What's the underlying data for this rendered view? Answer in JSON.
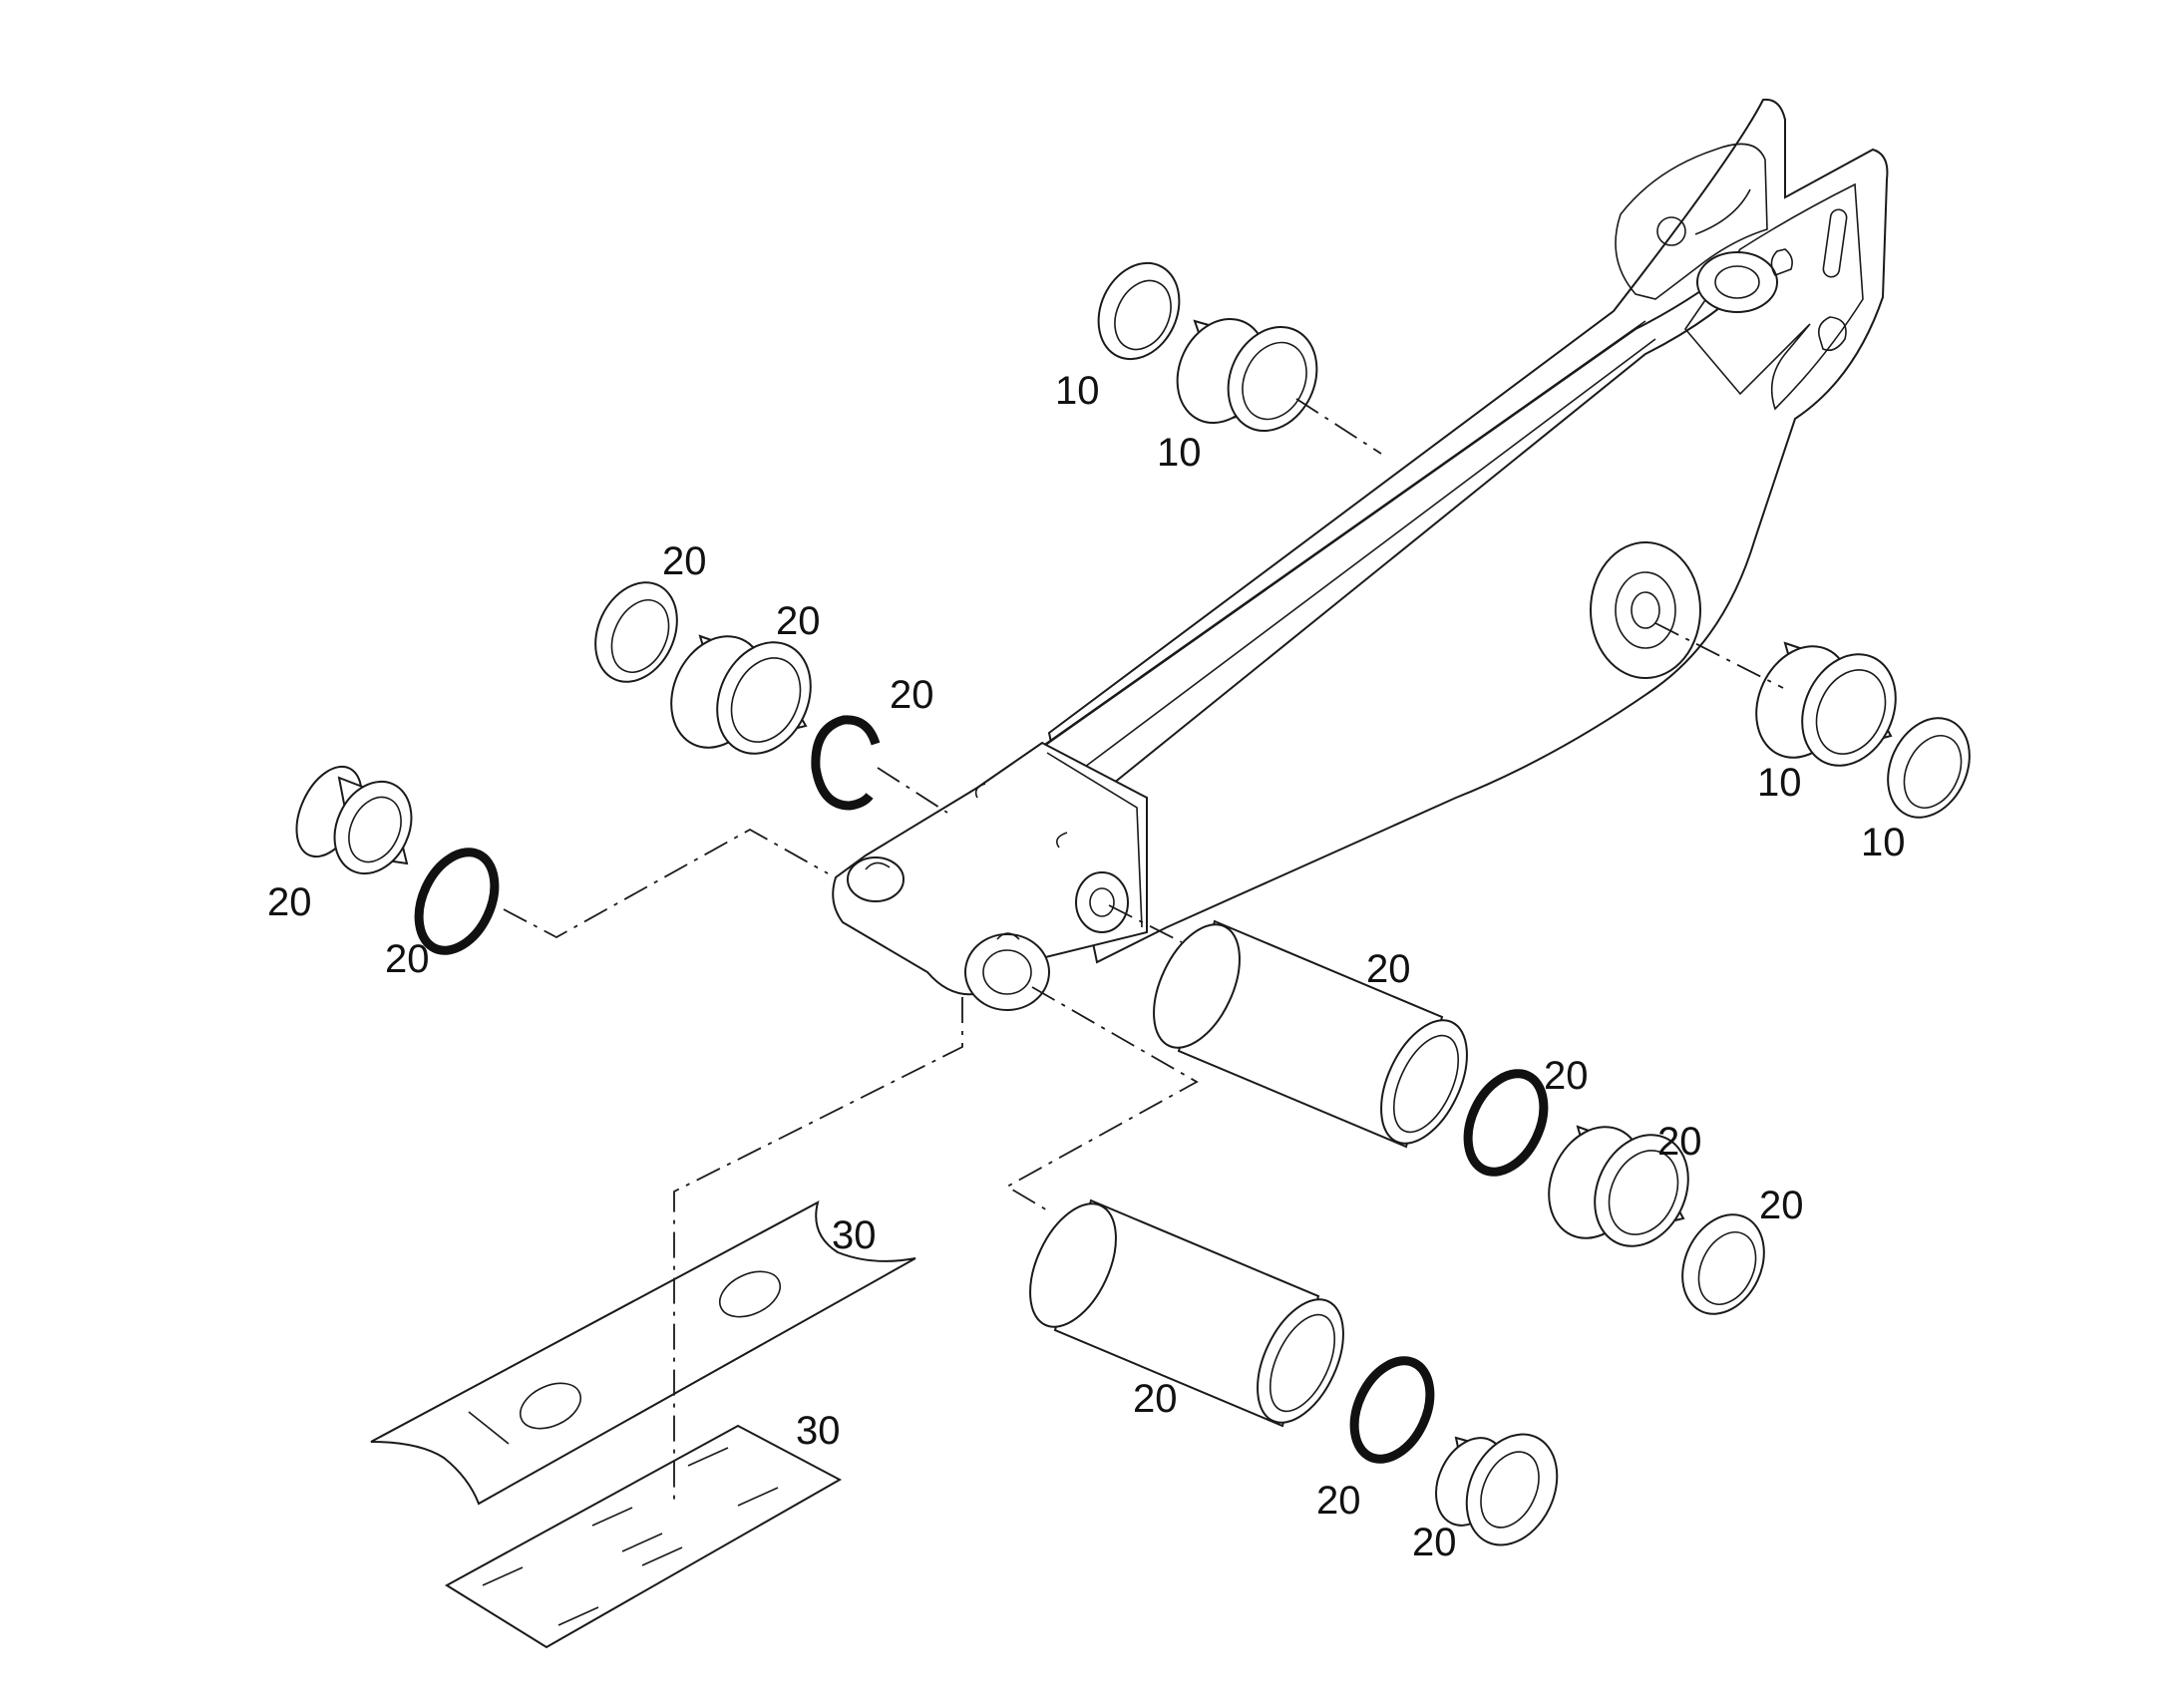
{
  "callouts": [
    {
      "id": "c01",
      "text": "10"
    },
    {
      "id": "c02",
      "text": "10"
    },
    {
      "id": "c03",
      "text": "20"
    },
    {
      "id": "c04",
      "text": "20"
    },
    {
      "id": "c05",
      "text": "20"
    },
    {
      "id": "c06",
      "text": "20"
    },
    {
      "id": "c07",
      "text": "20"
    },
    {
      "id": "c08",
      "text": "10"
    },
    {
      "id": "c09",
      "text": "10"
    },
    {
      "id": "c10",
      "text": "20"
    },
    {
      "id": "c11",
      "text": "20"
    },
    {
      "id": "c12",
      "text": "20"
    },
    {
      "id": "c13",
      "text": "20"
    },
    {
      "id": "c14",
      "text": "30"
    },
    {
      "id": "c15",
      "text": "30"
    },
    {
      "id": "c16",
      "text": "20"
    },
    {
      "id": "c17",
      "text": "20"
    },
    {
      "id": "c18",
      "text": "20"
    }
  ]
}
